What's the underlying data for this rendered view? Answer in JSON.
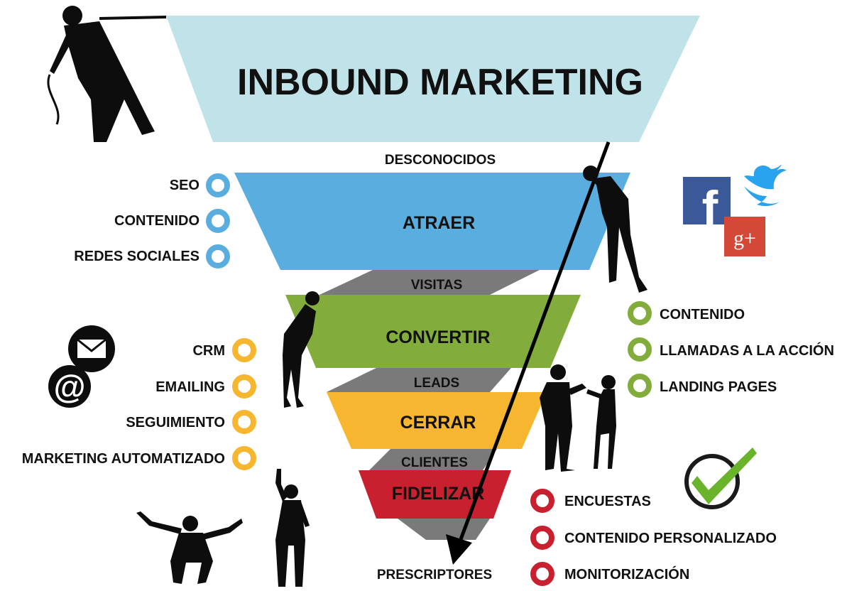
{
  "title": "INBOUND MARKETING",
  "colors": {
    "top": "#bfe3e8",
    "atraer": "#5aaedf",
    "convertir": "#82ad3c",
    "cerrar": "#f6b630",
    "fidelizar": "#c8202f",
    "connector": "#7a7a7a",
    "text": "#111111"
  },
  "funnel": {
    "stages": [
      {
        "label": "ATRAER",
        "color": "#5aaedf"
      },
      {
        "label": "CONVERTIR",
        "color": "#82ad3c"
      },
      {
        "label": "CERRAR",
        "color": "#f6b630"
      },
      {
        "label": "FIDELIZAR",
        "color": "#c8202f"
      }
    ],
    "transitions": [
      "DESCONOCIDOS",
      "VISITAS",
      "LEADS",
      "CLIENTES",
      "PRESCRIPTORES"
    ]
  },
  "left_groups": [
    {
      "color": "#5aaedf",
      "items": [
        "SEO",
        "CONTENIDO",
        "REDES SOCIALES"
      ]
    },
    {
      "color": "#f6b630",
      "items": [
        "CRM",
        "EMAILING",
        "SEGUIMIENTO",
        "MARKETING AUTOMATIZADO"
      ]
    }
  ],
  "right_groups": [
    {
      "color": "#82ad3c",
      "items": [
        "CONTENIDO",
        "LLAMADAS A LA ACCIÓN",
        "LANDING PAGES"
      ]
    },
    {
      "color": "#c8202f",
      "items": [
        "ENCUESTAS",
        "CONTENIDO PERSONALIZADO",
        "MONITORIZACIÓN"
      ]
    }
  ],
  "icons": {
    "social": [
      "facebook-icon",
      "twitter-icon",
      "google-plus-icon"
    ],
    "facebook_letter": "f",
    "google_letter": "g+",
    "email": [
      "envelope-icon",
      "at-sign-icon"
    ],
    "at_sign": "@",
    "check": "check-mark-icon"
  }
}
